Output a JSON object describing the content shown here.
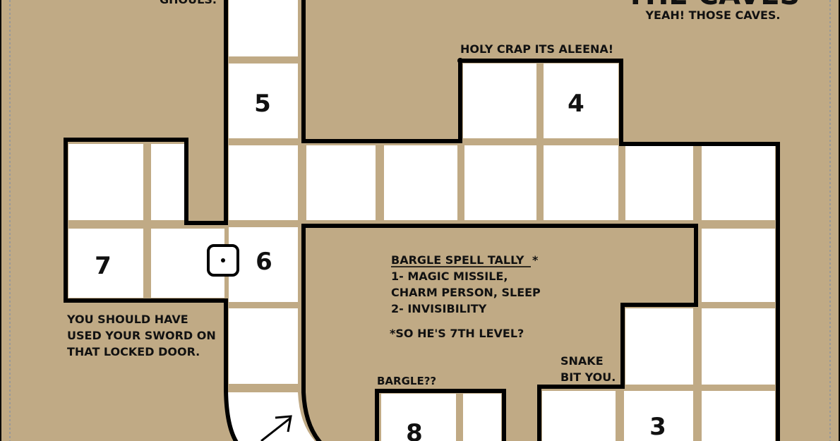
{
  "map": {
    "title_partial": "THE CAVES",
    "subtitle": "YEAH! THOSE CAVES.",
    "rooms": [
      {
        "id": "room-3",
        "number": "3"
      },
      {
        "id": "room-4",
        "number": "4"
      },
      {
        "id": "room-5",
        "number": "5"
      },
      {
        "id": "room-6",
        "number": "6"
      },
      {
        "id": "room-7",
        "number": "7"
      },
      {
        "id": "room-8",
        "number": "8"
      }
    ],
    "notes": {
      "top_cut": "GHOULS.",
      "aleena": "HOLY CRAP ITS ALEENA!",
      "sword_line1": "YOU SHOULD HAVE",
      "sword_line2": "USED YOUR SWORD ON",
      "sword_line3": "THAT LOCKED DOOR.",
      "bargle_q": "BARGLE??",
      "snake_line1": "SNAKE",
      "snake_line2": "BIT YOU."
    },
    "tally": {
      "heading": "BARGLE SPELL TALLY",
      "asterisk": "*",
      "line1": "1- MAGIC MISSILE,",
      "line2": "CHARM PERSON, SLEEP",
      "line3": "2- INVISIBILITY",
      "footnote": "*SO HE'S 7TH LEVEL?"
    },
    "colors": {
      "background": "#c0aa85",
      "floor": "#ffffff",
      "wall": "#000000",
      "frame": "#888888"
    },
    "icons": {
      "door": "locked-door-icon",
      "arrow": "entrance-arrow-icon"
    }
  }
}
